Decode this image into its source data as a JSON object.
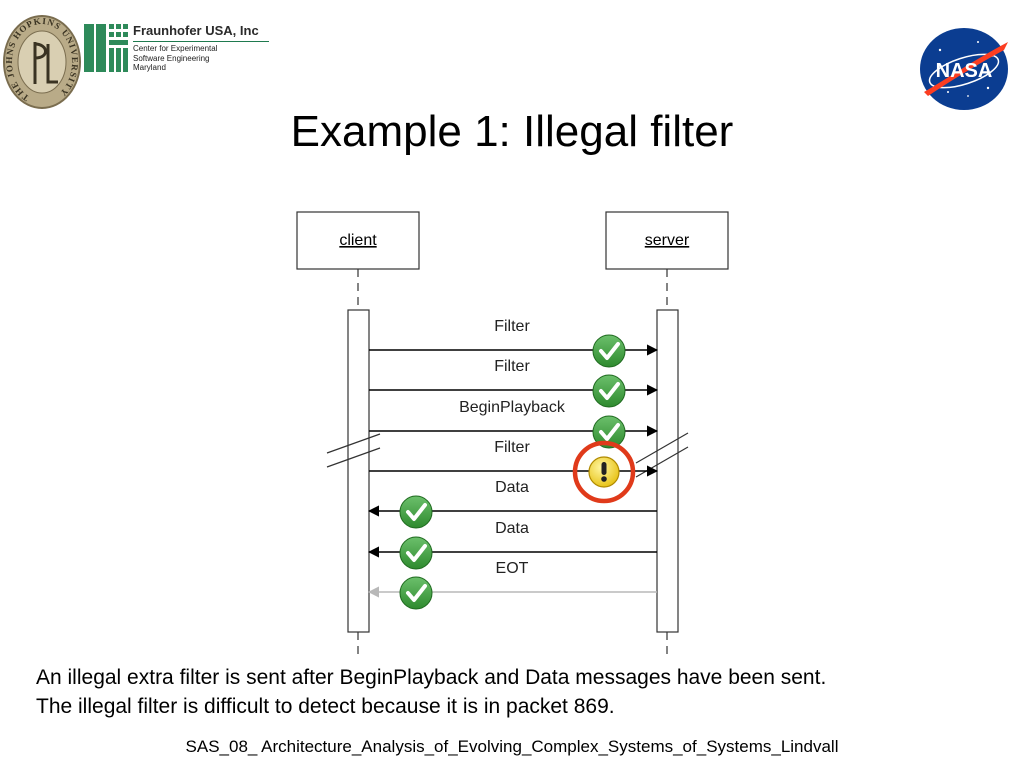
{
  "logos": {
    "jhu": {
      "ring_text": "THE JOHNS HOPKINS UNIVERSITY"
    },
    "fraunhofer": {
      "name": "Fraunhofer USA, Inc",
      "subtitle_lines": [
        "Center for Experimental",
        "Software Engineering",
        "Maryland"
      ]
    },
    "nasa": {
      "text": "NASA"
    }
  },
  "slide": {
    "title": "Example 1: Illegal filter",
    "body_lines": [
      "An illegal extra filter is sent after BeginPlayback and Data messages  have been sent.",
      "The illegal filter is difficult to detect because it is in packet 869."
    ],
    "footer": "SAS_08_ Architecture_Analysis_of_Evolving_Complex_Systems_of_Systems_Lindvall"
  },
  "diagram": {
    "lifelines": [
      {
        "id": "client",
        "label": "client"
      },
      {
        "id": "server",
        "label": "server"
      }
    ],
    "messages": [
      {
        "label": "Filter",
        "direction": "to-server",
        "status": "ok",
        "style": "solid"
      },
      {
        "label": "Filter",
        "direction": "to-server",
        "status": "ok",
        "style": "solid"
      },
      {
        "label": "BeginPlayback",
        "direction": "to-server",
        "status": "ok",
        "style": "solid"
      },
      {
        "label": "Filter",
        "direction": "to-server",
        "status": "warning",
        "style": "solid",
        "highlighted": true
      },
      {
        "label": "Data",
        "direction": "to-client",
        "status": "ok",
        "style": "solid"
      },
      {
        "label": "Data",
        "direction": "to-client",
        "status": "ok",
        "style": "solid"
      },
      {
        "label": "EOT",
        "direction": "to-client",
        "status": "ok",
        "style": "faded"
      }
    ],
    "colors": {
      "ok": "#3a9a3a",
      "warning": "#f2d21a",
      "highlight_ring": "#e03a1a",
      "faded_arrow": "#b8b8b8"
    }
  }
}
